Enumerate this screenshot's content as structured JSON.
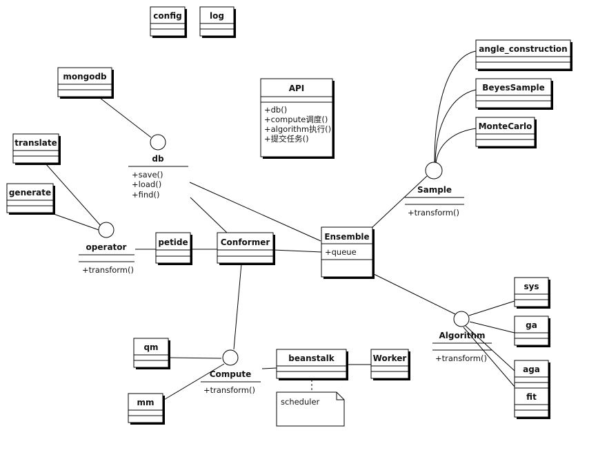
{
  "diagram": {
    "classes": {
      "config": {
        "name": "config"
      },
      "log": {
        "name": "log"
      },
      "mongodb": {
        "name": "mongodb"
      },
      "api": {
        "name": "API",
        "members": [
          "+db()",
          "+compute调度()",
          "+algorithm执行()",
          "+提交任务()"
        ]
      },
      "angle_construction": {
        "name": "angle_construction"
      },
      "beyes_sample": {
        "name": "BeyesSample"
      },
      "monte_carlo": {
        "name": "MonteCarlo"
      },
      "translate": {
        "name": "translate"
      },
      "generate": {
        "name": "generate"
      },
      "petide": {
        "name": "petide"
      },
      "conformer": {
        "name": "Conformer"
      },
      "ensemble": {
        "name": "Ensemble",
        "members": [
          "+queue"
        ]
      },
      "sys": {
        "name": "sys"
      },
      "ga": {
        "name": "ga"
      },
      "aga": {
        "name": "aga"
      },
      "fit": {
        "name": "fit"
      },
      "qm": {
        "name": "qm"
      },
      "mm": {
        "name": "mm"
      },
      "beanstalk": {
        "name": "beanstalk"
      },
      "worker": {
        "name": "Worker"
      }
    },
    "interfaces": {
      "db": {
        "name": "db",
        "members": [
          "+save()",
          "+load()",
          "+find()"
        ]
      },
      "sample": {
        "name": "Sample",
        "members": [
          "+transform()"
        ]
      },
      "operator": {
        "name": "operator",
        "members": [
          "+transform()"
        ]
      },
      "algorithm": {
        "name": "Algorithm",
        "members": [
          "+transform()"
        ]
      },
      "compute": {
        "name": "Compute",
        "members": [
          "+transform()"
        ]
      }
    },
    "note": {
      "text": "scheduler"
    }
  }
}
